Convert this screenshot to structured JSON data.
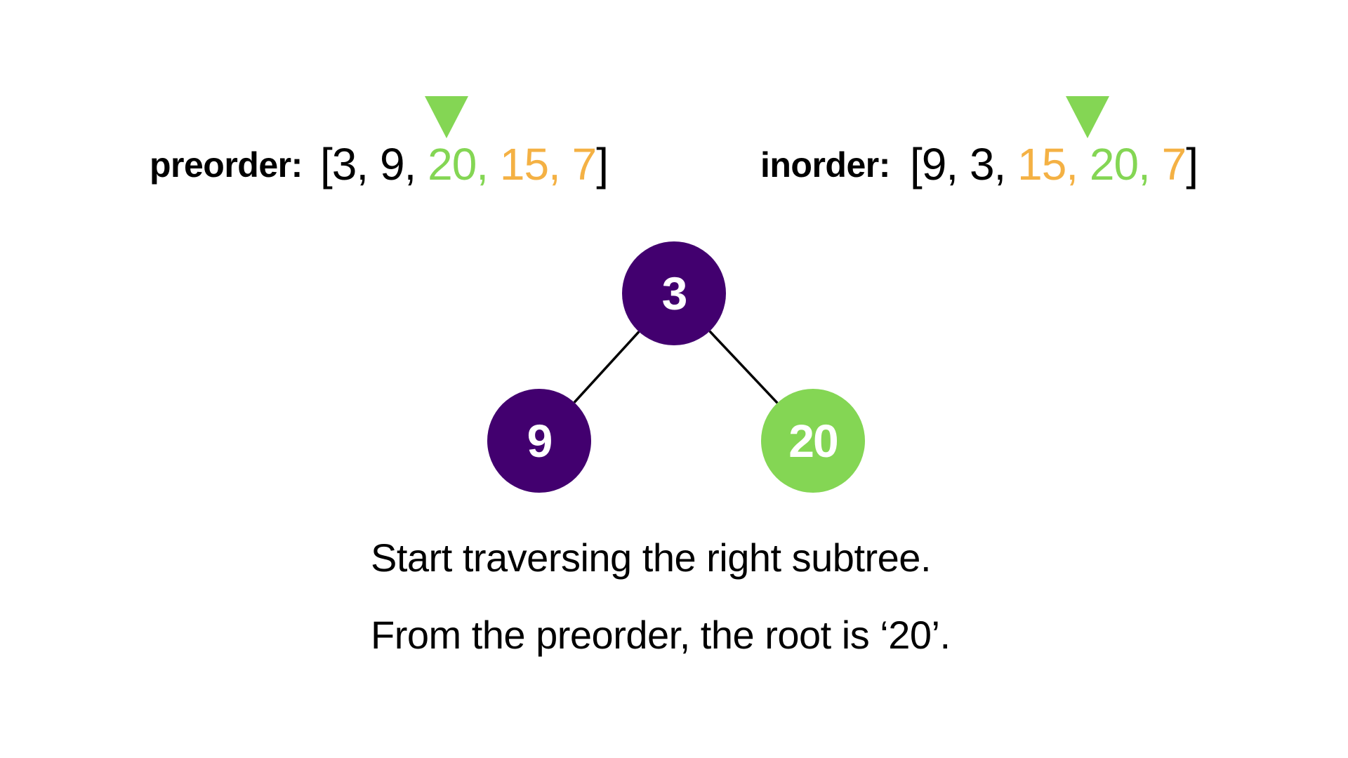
{
  "colors": {
    "purple": "#42006f",
    "green": "#84d654",
    "orange": "#f4b144",
    "black": "#000000"
  },
  "preorder": {
    "label": "preorder:",
    "tokens": [
      {
        "text": "[3, 9, ",
        "color": "black"
      },
      {
        "text": "20, ",
        "color": "green"
      },
      {
        "text": "15, 7",
        "color": "orange"
      },
      {
        "text": "]",
        "color": "black"
      }
    ],
    "pointer_icon": "triangle-down-icon"
  },
  "inorder": {
    "label": "inorder:",
    "tokens": [
      {
        "text": "[9, 3, ",
        "color": "black"
      },
      {
        "text": "15, ",
        "color": "orange"
      },
      {
        "text": "20, ",
        "color": "green"
      },
      {
        "text": "7",
        "color": "orange"
      },
      {
        "text": "]",
        "color": "black"
      }
    ],
    "pointer_icon": "triangle-down-icon"
  },
  "tree": {
    "nodes": [
      {
        "id": "root",
        "value": "3",
        "color": "purple"
      },
      {
        "id": "left",
        "value": "9",
        "color": "purple"
      },
      {
        "id": "right",
        "value": "20",
        "color": "green"
      }
    ],
    "edges": [
      {
        "from": "root",
        "to": "left"
      },
      {
        "from": "root",
        "to": "right"
      }
    ]
  },
  "captions": {
    "line1": "Start traversing the right subtree.",
    "line2": "From the preorder, the root is ‘20’."
  }
}
